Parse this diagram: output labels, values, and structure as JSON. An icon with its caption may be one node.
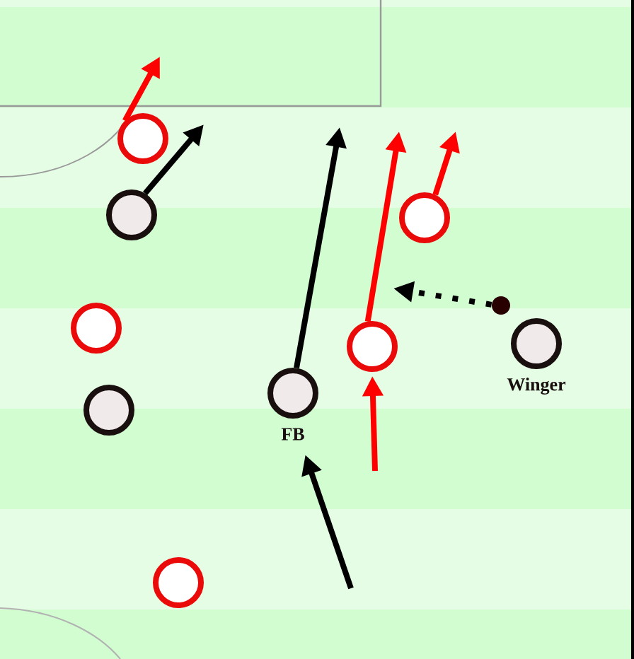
{
  "diagram": {
    "nodes": [
      {
        "text": [],
        "shape": "circle"
      },
      {
        "text": [],
        "shape": "circle"
      },
      {
        "text": [],
        "shape": "circle"
      },
      {
        "text": [],
        "shape": "circle"
      },
      {
        "text": [],
        "shape": "circle"
      },
      {
        "text": [],
        "shape": "circle"
      },
      {
        "text": [],
        "shape": "circle",
        "beside": [
          "Winger"
        ]
      },
      {
        "text": [],
        "shape": "circle"
      },
      {
        "text": [],
        "shape": "circle",
        "beside": [
          "FB"
        ]
      },
      {
        "text": [],
        "shape": "circle"
      }
    ],
    "edges": [
      {
        "from": 0,
        "to": null,
        "arrow": "to",
        "color": "#ff0000"
      },
      {
        "from": 1,
        "to": null,
        "arrow": "to",
        "color": "#000000"
      },
      {
        "from": 8,
        "to": null,
        "arrow": "to",
        "color": "#000000"
      },
      {
        "from": 5,
        "to": null,
        "arrow": "to",
        "color": "#ff0000"
      },
      {
        "from": 2,
        "to": null,
        "arrow": "to",
        "color": "#ff0000"
      },
      {
        "from": 3,
        "to": null,
        "arrow": "to",
        "style": "dashed",
        "color": "#000000"
      },
      {
        "from": null,
        "to": 5,
        "arrow": "to",
        "color": "#ff0000"
      },
      {
        "from": null,
        "to": 8,
        "arrow": "to",
        "color": "#000000"
      }
    ]
  }
}
